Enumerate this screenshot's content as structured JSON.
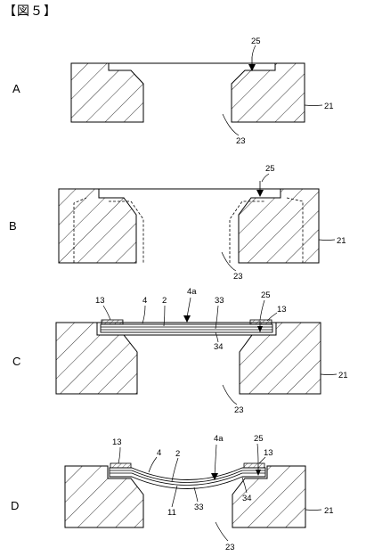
{
  "figure": {
    "title": "【図５】"
  },
  "panels": [
    {
      "label": "A",
      "refs": {
        "groove": "25",
        "die": "21",
        "hole": "23"
      }
    },
    {
      "label": "B",
      "refs": {
        "groove": "25",
        "die": "21",
        "hole": "23"
      }
    },
    {
      "label": "C",
      "refs": {
        "frame_left": "13",
        "frame_right": "13",
        "film4": "4",
        "film2": "2",
        "film4a": "4a",
        "layer33": "33",
        "groove": "25",
        "layer34": "34",
        "die": "21",
        "hole": "23"
      }
    },
    {
      "label": "D",
      "refs": {
        "frame_left": "13",
        "frame_right": "13",
        "film4": "4",
        "film2": "2",
        "film4a": "4a",
        "groove": "25",
        "layer34": "34",
        "layer11": "11",
        "layer33": "33",
        "die": "21",
        "hole": "23"
      }
    }
  ]
}
